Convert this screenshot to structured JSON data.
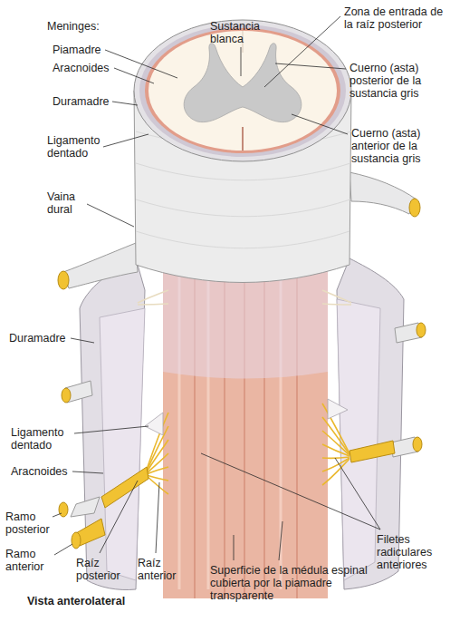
{
  "diagram": {
    "caption": "Vista anterolateral",
    "labels": [
      "Meninges:",
      "Piamadre",
      "Aracnoides",
      "Duramadre",
      "Ligamento dentado",
      "Vaina dural",
      "Duramadre",
      "Ligamento dentado",
      "Aracnoides",
      "Ramo posterior",
      "Ramo anterior",
      "Raíz posterior",
      "Raíz anterior",
      "Superficie de la médula espinal cubierta por la piamadre transparente",
      "Filetes radiculares anteriores",
      "Sustancia blanca",
      "Zona de entrada de la raíz posterior",
      "Cuerno (asta) posterior de la sustancia gris",
      "Cuerno (asta) anterior de la sustancia gris"
    ]
  }
}
